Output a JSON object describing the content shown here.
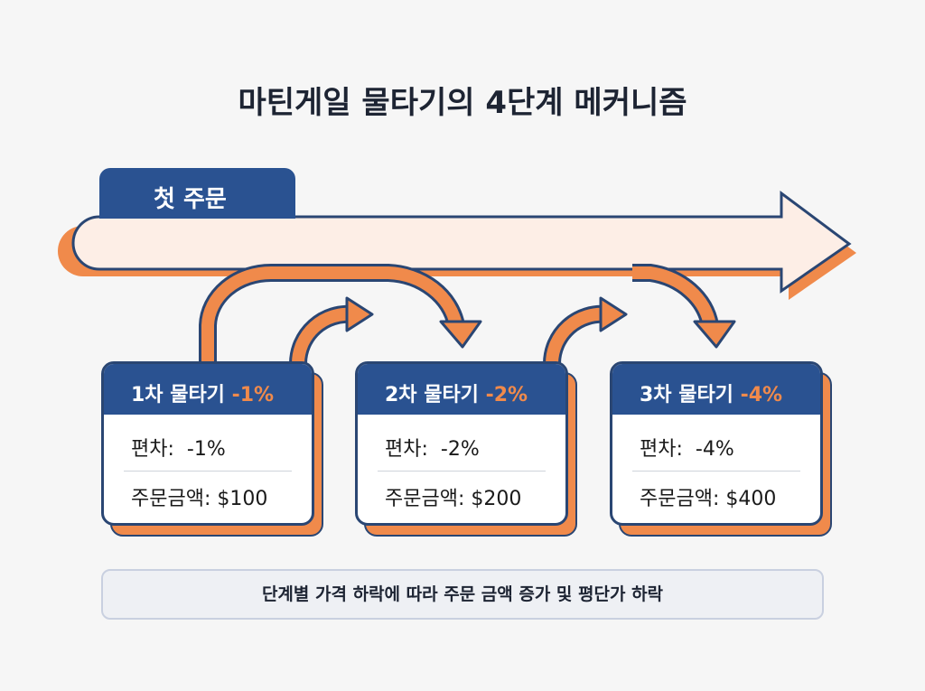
{
  "title": "마틴게일 물타기의 4단계 메커니즘",
  "first_order": "첫 주문",
  "colors": {
    "navy": "#2a5291",
    "orange": "#f08a4b",
    "peach": "#fdeee6"
  },
  "cards": [
    {
      "label": "1차 물타기",
      "pct": "-1%",
      "dev_label": "편차:",
      "dev": "-1%",
      "amt_label": "주문금액:",
      "amt": "$100"
    },
    {
      "label": "2차 물타기",
      "pct": "-2%",
      "dev_label": "편차:",
      "dev": "-2%",
      "amt_label": "주문금액:",
      "amt": "$200"
    },
    {
      "label": "3차 물타기",
      "pct": "-4%",
      "dev_label": "편차:",
      "dev": "-4%",
      "amt_label": "주문금액:",
      "amt": "$400"
    }
  ],
  "caption": "단계별 가격 하락에 따라 주문 금액 증가 및 평단가 하락"
}
